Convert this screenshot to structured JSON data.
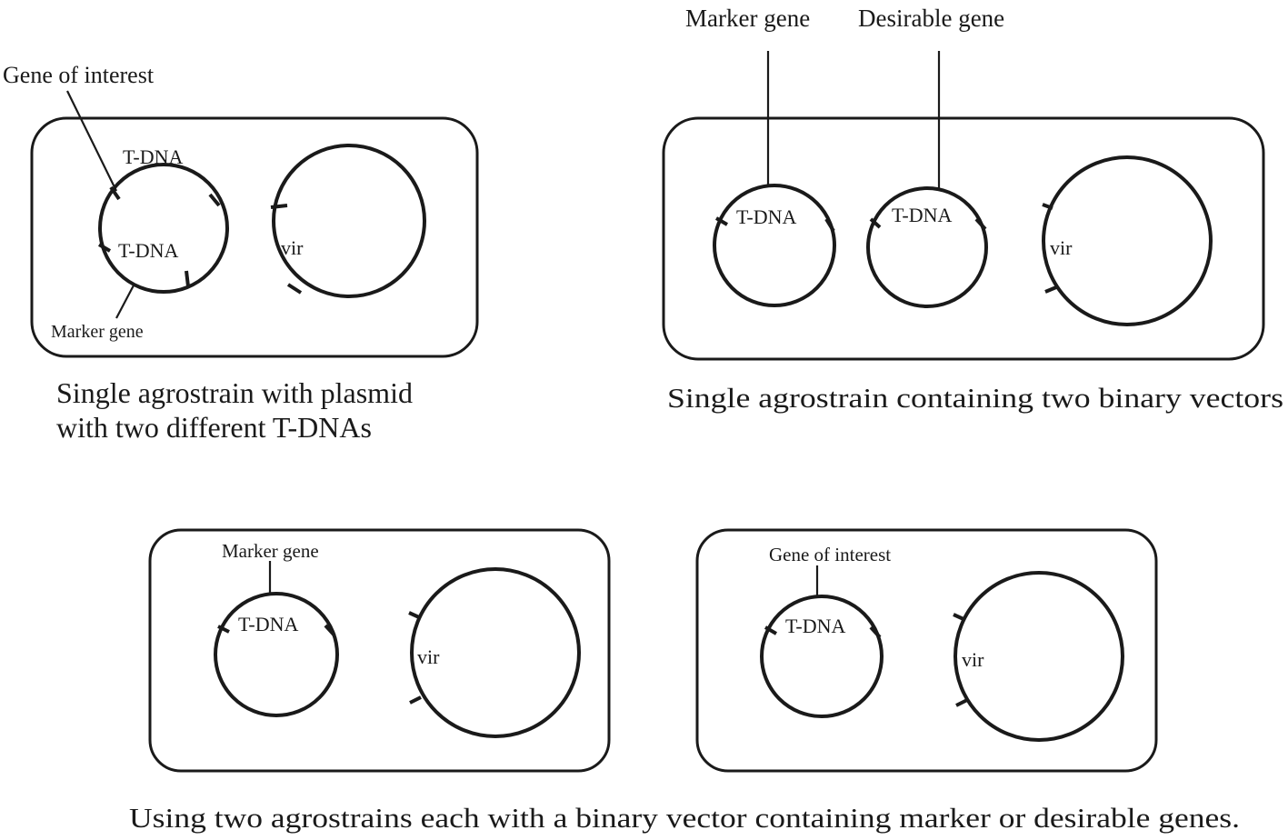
{
  "panel1": {
    "gene_of_interest": "Gene of interest",
    "tdna_top": "T-DNA",
    "tdna_bottom": "T-DNA",
    "marker_gene": "Marker gene",
    "vir": "vir",
    "caption_line1": "Single agrostrain with plasmid",
    "caption_line2": "with two different T-DNAs"
  },
  "panel2": {
    "marker_gene": "Marker gene",
    "desirable_gene": "Desirable gene",
    "tdna_a": "T-DNA",
    "tdna_b": "T-DNA",
    "vir": "vir",
    "caption": "Single agrostrain containing two binary vectors"
  },
  "panel3": {
    "marker_gene": "Marker gene",
    "tdna": "T-DNA",
    "vir": "vir"
  },
  "panel4": {
    "gene_of_interest": "Gene of interest",
    "tdna": "T-DNA",
    "vir": "vir"
  },
  "bottom_caption": "Using two agrostrains each with a binary vector containing marker or desirable genes."
}
